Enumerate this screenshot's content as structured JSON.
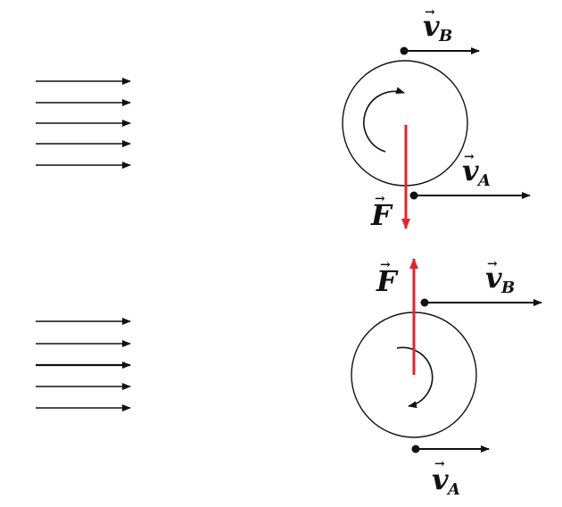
{
  "colors": {
    "ink": "#111111",
    "force": "#e8202a",
    "background": "#ffffff"
  },
  "top_panel": {
    "v_b": {
      "main": "v",
      "sub": "B",
      "arrow": "→"
    },
    "v_a": {
      "main": "v",
      "sub": "A",
      "arrow": "→"
    },
    "force": {
      "main": "F",
      "arrow": "→"
    }
  },
  "bottom_panel": {
    "v_b": {
      "main": "v",
      "sub": "B",
      "arrow": "→"
    },
    "v_a": {
      "main": "v",
      "sub": "A",
      "arrow": "→"
    },
    "force": {
      "main": "F",
      "arrow": "→"
    }
  }
}
